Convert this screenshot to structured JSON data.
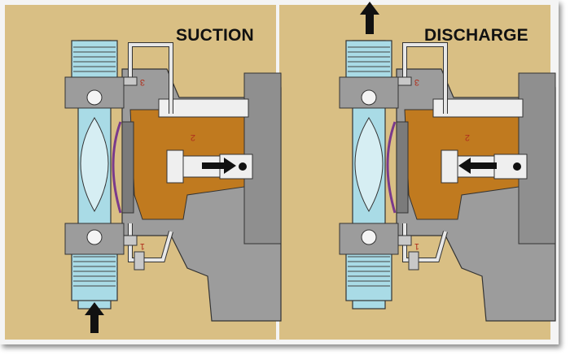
{
  "panels": [
    {
      "title": "SUCTION",
      "flow": "up-from-bottom",
      "piston": "moving-right"
    },
    {
      "title": "DISCHARGE",
      "flow": "up-out-top",
      "piston": "moving-left"
    }
  ],
  "labels": {
    "one": "1",
    "two": "2",
    "three": "3"
  },
  "colors": {
    "background": "#d9bf84",
    "fluid": "#a9dbe6",
    "casting": "#9c9c9c",
    "oil": "#c07a1f",
    "diaphragm": "#7a3a8c",
    "tube": "#e7e7e7",
    "label": "#b0301d"
  }
}
